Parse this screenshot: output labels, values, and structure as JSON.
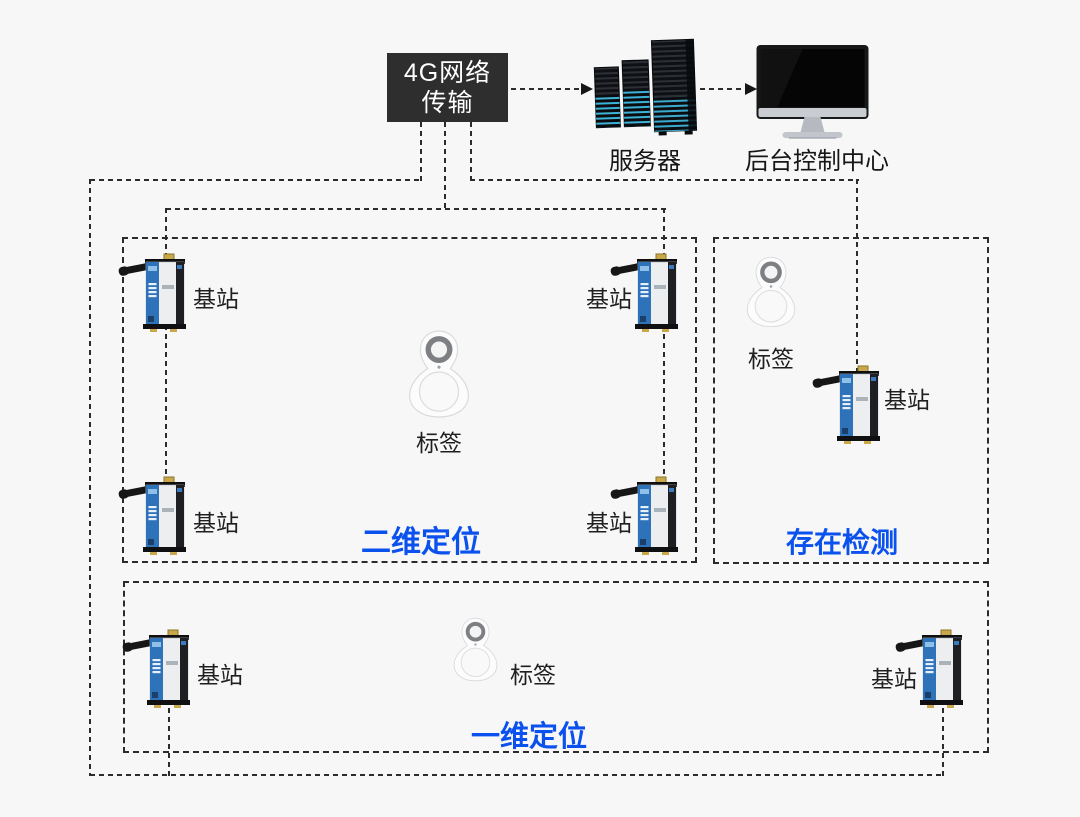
{
  "colors": {
    "background": "#f7f7f7",
    "accent_blue": "#0b51ee",
    "gateway_box_bg": "#2e2e2e",
    "gateway_box_text": "#ffffff",
    "connector_line": "#2b2b2b",
    "label_text": "#1f1f1f"
  },
  "backbone": {
    "gateway_line1": "4G网络",
    "gateway_line2": "传输",
    "server_label": "服务器",
    "control_center_label": "后台控制中心"
  },
  "zones": {
    "two_d": {
      "title": "二维定位",
      "station_labels": [
        "基站",
        "基站",
        "基站",
        "基站"
      ],
      "tag_label": "标签"
    },
    "presence": {
      "title": "存在检测",
      "station_label": "基站",
      "tag_label": "标签"
    },
    "one_d": {
      "title": "一维定位",
      "station_labels": [
        "基站",
        "基站"
      ],
      "tag_label": "标签"
    }
  },
  "icons": {
    "server": "server-rack-icon",
    "control_center": "desktop-monitor-icon",
    "base_station": "base-station-icon",
    "tag": "keyfob-tag-icon",
    "arrow": "arrow-right-icon"
  }
}
